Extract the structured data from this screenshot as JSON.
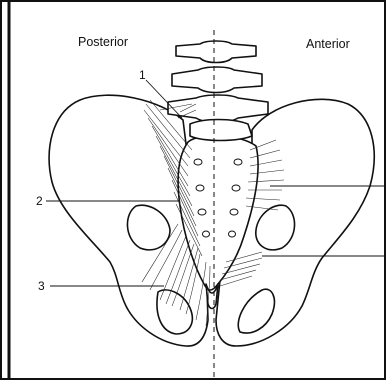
{
  "headings": {
    "posterior": "Posterior",
    "anterior": "Anterior"
  },
  "callouts": [
    {
      "id": "1",
      "text": "1"
    },
    {
      "id": "2",
      "text": "2"
    },
    {
      "id": "3",
      "text": "3"
    }
  ],
  "colors": {
    "ink": "#111111",
    "paper": "#ffffff"
  }
}
